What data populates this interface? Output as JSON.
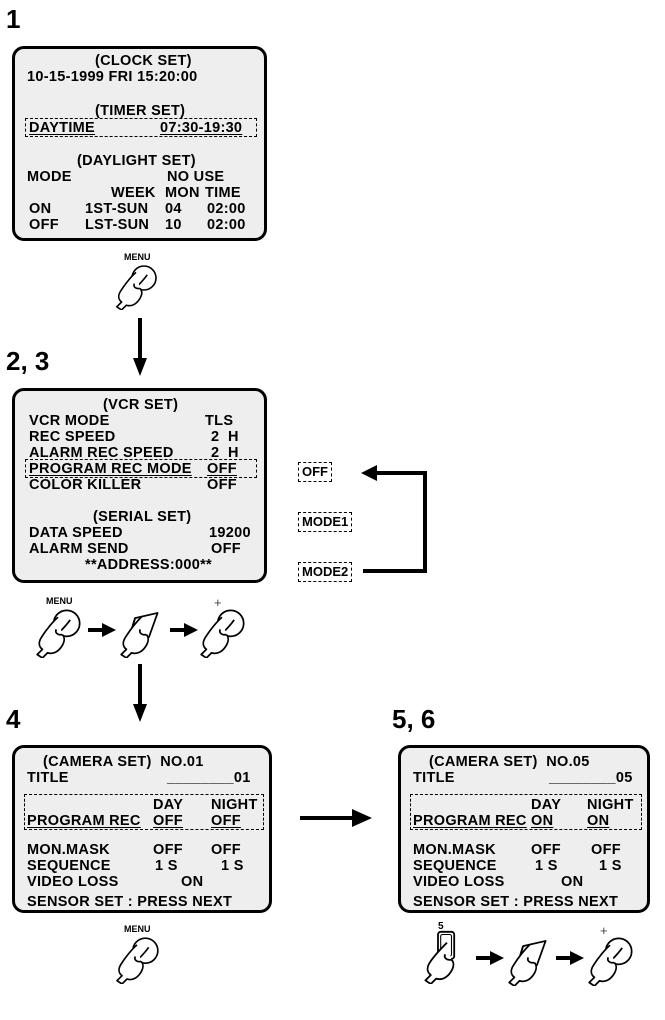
{
  "steps": {
    "s1": "1",
    "s2": "2, 3",
    "s3": "4",
    "s4": "5, 6"
  },
  "screen1": {
    "clock_title": "(CLOCK SET)",
    "clock_value": "10-15-1999 FRI 15:20:00",
    "timer_title": "(TIMER SET)",
    "timer_label": "DAYTIME",
    "timer_value": "07:30-19:30",
    "dst_title": "(DAYLIGHT SET)",
    "mode_label": "MODE",
    "mode_value": "NO USE",
    "col_week": "WEEK",
    "col_mon": "MON",
    "col_time": "TIME",
    "rows": [
      {
        "k": "ON",
        "week": "1ST-SUN",
        "mon": "04",
        "time": "02:00"
      },
      {
        "k": "OFF",
        "week": "LST-SUN",
        "mon": "10",
        "time": "02:00"
      }
    ]
  },
  "screen2": {
    "vcr_title": "(VCR SET)",
    "items": [
      {
        "label": "VCR MODE",
        "value": "TLS"
      },
      {
        "label": "REC SPEED",
        "value": "2  H"
      },
      {
        "label": "ALARM REC SPEED",
        "value": "2  H"
      },
      {
        "label": "PROGRAM REC MODE",
        "value": "OFF"
      },
      {
        "label": "COLOR KILLER",
        "value": "OFF"
      }
    ],
    "serial_title": "(SERIAL SET)",
    "serial_items": [
      {
        "label": "DATA SPEED",
        "value": "19200"
      },
      {
        "label": "ALARM SEND",
        "value": "OFF"
      }
    ],
    "address": "**ADDRESS:000**"
  },
  "mode_options": [
    "OFF",
    "MODE1",
    "MODE2"
  ],
  "camera_left": {
    "title_line": "(CAMERA SET)  NO.01",
    "title_label": "TITLE",
    "title_value": "________01",
    "col_day": "DAY",
    "col_night": "NIGHT",
    "prog_label": "PROGRAM REC",
    "prog_day": "OFF",
    "prog_night": "OFF",
    "mon_label": "MON.MASK",
    "mon_day": "OFF",
    "mon_night": "OFF",
    "seq_label": "SEQUENCE",
    "seq_day": "1 S",
    "seq_night": "1 S",
    "loss_label": "VIDEO LOSS",
    "loss_value": "ON",
    "sensor": "SENSOR SET : PRESS NEXT"
  },
  "camera_right": {
    "title_line": "(CAMERA SET)  NO.05",
    "title_label": "TITLE",
    "title_value": "________05",
    "col_day": "DAY",
    "col_night": "NIGHT",
    "prog_label": "PROGRAM REC",
    "prog_day": "ON",
    "prog_night": "ON",
    "mon_label": "MON.MASK",
    "mon_day": "OFF",
    "mon_night": "OFF",
    "seq_label": "SEQUENCE",
    "seq_day": "1 S",
    "seq_night": "1 S",
    "loss_label": "VIDEO LOSS",
    "loss_value": "ON",
    "sensor": "SENSOR SET : PRESS NEXT"
  },
  "buttons": {
    "menu": "MENU",
    "plus": "+",
    "num5": "5"
  },
  "icons": [
    "hand-press-icon",
    "shuttle-jog-icon",
    "arrow-right-icon",
    "arrow-down-icon",
    "number-button-icon"
  ]
}
